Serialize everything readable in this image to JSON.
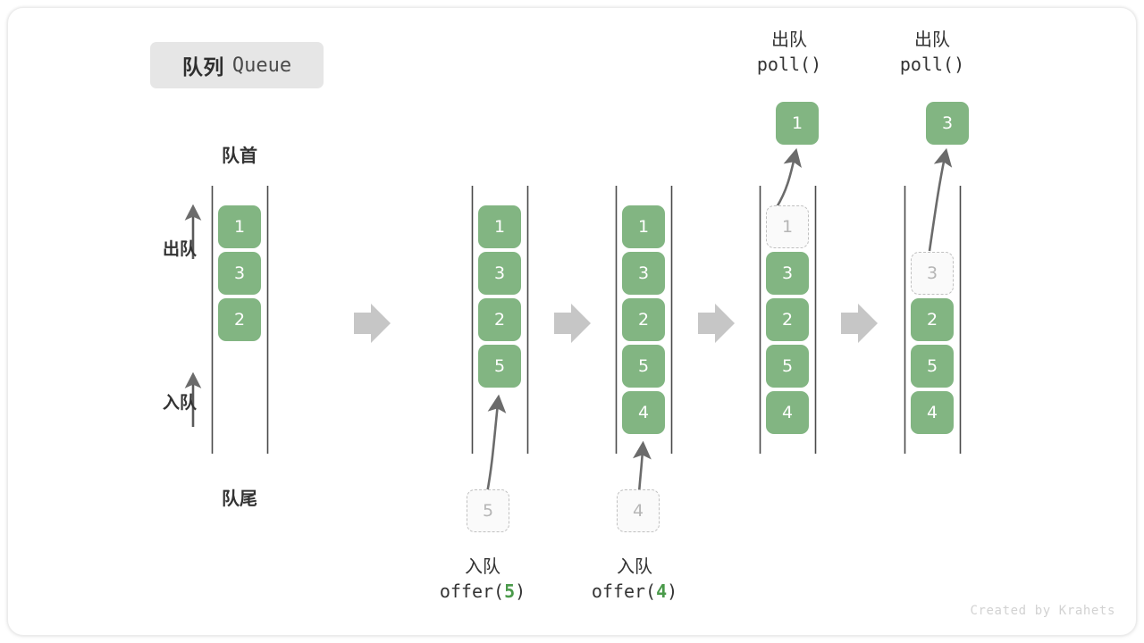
{
  "title": {
    "cn": "队列",
    "en": "Queue"
  },
  "labels": {
    "head": "队首",
    "tail": "队尾",
    "dequeue_side": "出队",
    "enqueue_side": "入队"
  },
  "colors": {
    "card_fill": "#82b582",
    "card_text": "#ffffff",
    "ghost_fill": "#fafafa",
    "ghost_border": "#c0c0c0",
    "ghost_text": "#b5b5b5",
    "rail": "#4a4a4a",
    "arrow": "#6b6b6b",
    "step_arrow": "#c6c6c6",
    "accent_code": "#4a9a4a",
    "chip_bg": "#e6e6e6",
    "text": "#333333"
  },
  "columns": [
    {
      "name": "initial-queue",
      "items": [
        "1",
        "3",
        "2"
      ],
      "ghost_index": -1,
      "op_top": null,
      "op_bottom": null,
      "popped": null,
      "pending": null
    },
    {
      "name": "after-offer-5",
      "items": [
        "1",
        "3",
        "2",
        "5"
      ],
      "ghost_index": -1,
      "op_top": null,
      "op_bottom": {
        "cn": "入队",
        "fn": "offer(",
        "arg": "5",
        "close": ")"
      },
      "popped": null,
      "pending": "5"
    },
    {
      "name": "after-offer-4",
      "items": [
        "1",
        "3",
        "2",
        "5",
        "4"
      ],
      "ghost_index": -1,
      "op_top": null,
      "op_bottom": {
        "cn": "入队",
        "fn": "offer(",
        "arg": "4",
        "close": ")"
      },
      "popped": null,
      "pending": "4"
    },
    {
      "name": "after-poll-1",
      "items": [
        "1",
        "3",
        "2",
        "5",
        "4"
      ],
      "ghost_index": 0,
      "op_top": {
        "cn": "出队",
        "fn": "poll(",
        "arg": "",
        "close": ")"
      },
      "popped": "1",
      "pending": null
    },
    {
      "name": "after-poll-3",
      "items": [
        "3",
        "2",
        "5",
        "4"
      ],
      "ghost_index": 0,
      "op_top": {
        "cn": "出队",
        "fn": "poll(",
        "arg": "",
        "close": ")"
      },
      "popped": "3",
      "pending": null
    }
  ],
  "step_arrows": 4,
  "watermark": "Created by Krahets"
}
